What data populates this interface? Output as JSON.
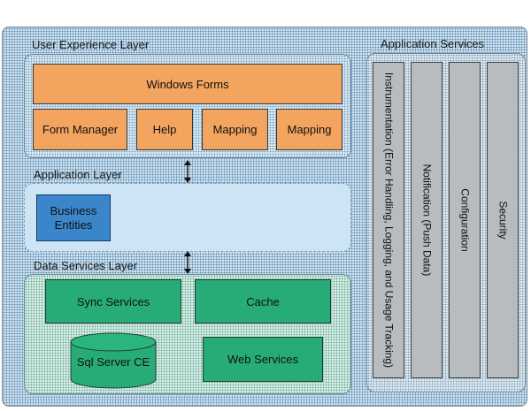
{
  "diagram": {
    "ux_layer": {
      "title": "User Experience Layer",
      "top": "Windows Forms",
      "items": [
        "Form Manager",
        "Help",
        "Mapping",
        "Mapping"
      ]
    },
    "app_layer": {
      "title": "Application Layer",
      "items": [
        "Business Entities"
      ]
    },
    "data_layer": {
      "title": "Data Services Layer",
      "items": [
        "Sync Services",
        "Cache",
        "Sql Server CE",
        "Web Services"
      ]
    },
    "app_services": {
      "title": "Application Services",
      "columns": [
        "Instrumentation (Error Handling, Logging, and Usage Tracking)",
        "Notification (Push Data)",
        "Configuration",
        "Security"
      ]
    },
    "colors": {
      "orange": "#f3a45f",
      "green": "#27ac77",
      "blue": "#3b86cb",
      "gray": "#b8bcbf"
    }
  }
}
